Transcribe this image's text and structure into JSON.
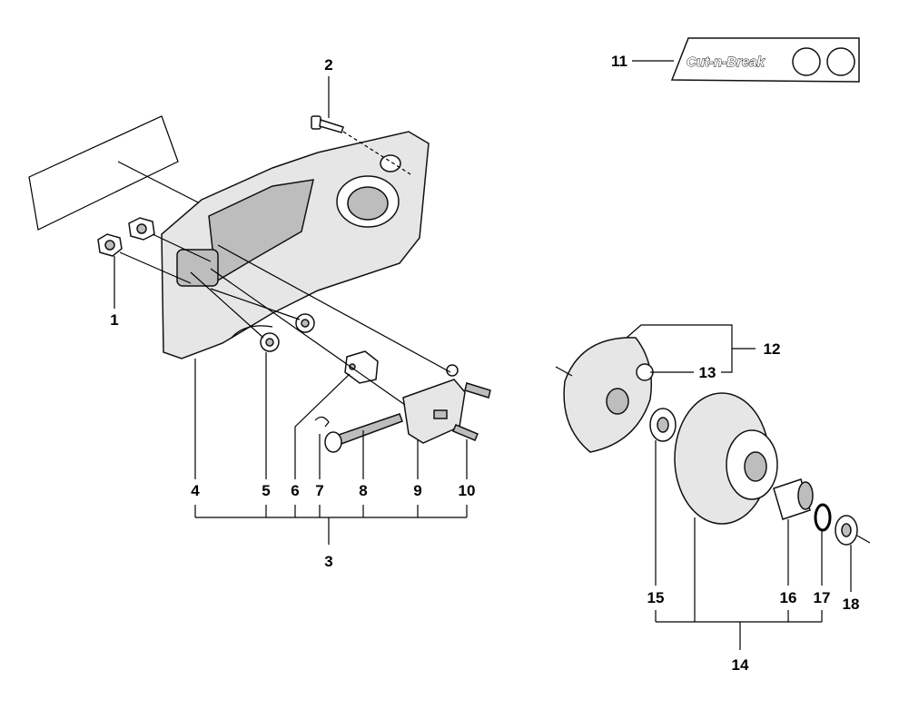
{
  "diagram": {
    "decal_logo": "Cut-n-Break",
    "callouts": [
      {
        "id": "c1",
        "label": "1"
      },
      {
        "id": "c2",
        "label": "2"
      },
      {
        "id": "c3",
        "label": "3"
      },
      {
        "id": "c4",
        "label": "4"
      },
      {
        "id": "c5",
        "label": "5"
      },
      {
        "id": "c6",
        "label": "6"
      },
      {
        "id": "c7",
        "label": "7"
      },
      {
        "id": "c8",
        "label": "8"
      },
      {
        "id": "c9",
        "label": "9"
      },
      {
        "id": "c10",
        "label": "10"
      },
      {
        "id": "c11",
        "label": "11"
      },
      {
        "id": "c12",
        "label": "12"
      },
      {
        "id": "c13",
        "label": "13"
      },
      {
        "id": "c14",
        "label": "14"
      },
      {
        "id": "c15",
        "label": "15"
      },
      {
        "id": "c16",
        "label": "16"
      },
      {
        "id": "c17",
        "label": "17"
      },
      {
        "id": "c18",
        "label": "18"
      }
    ]
  }
}
